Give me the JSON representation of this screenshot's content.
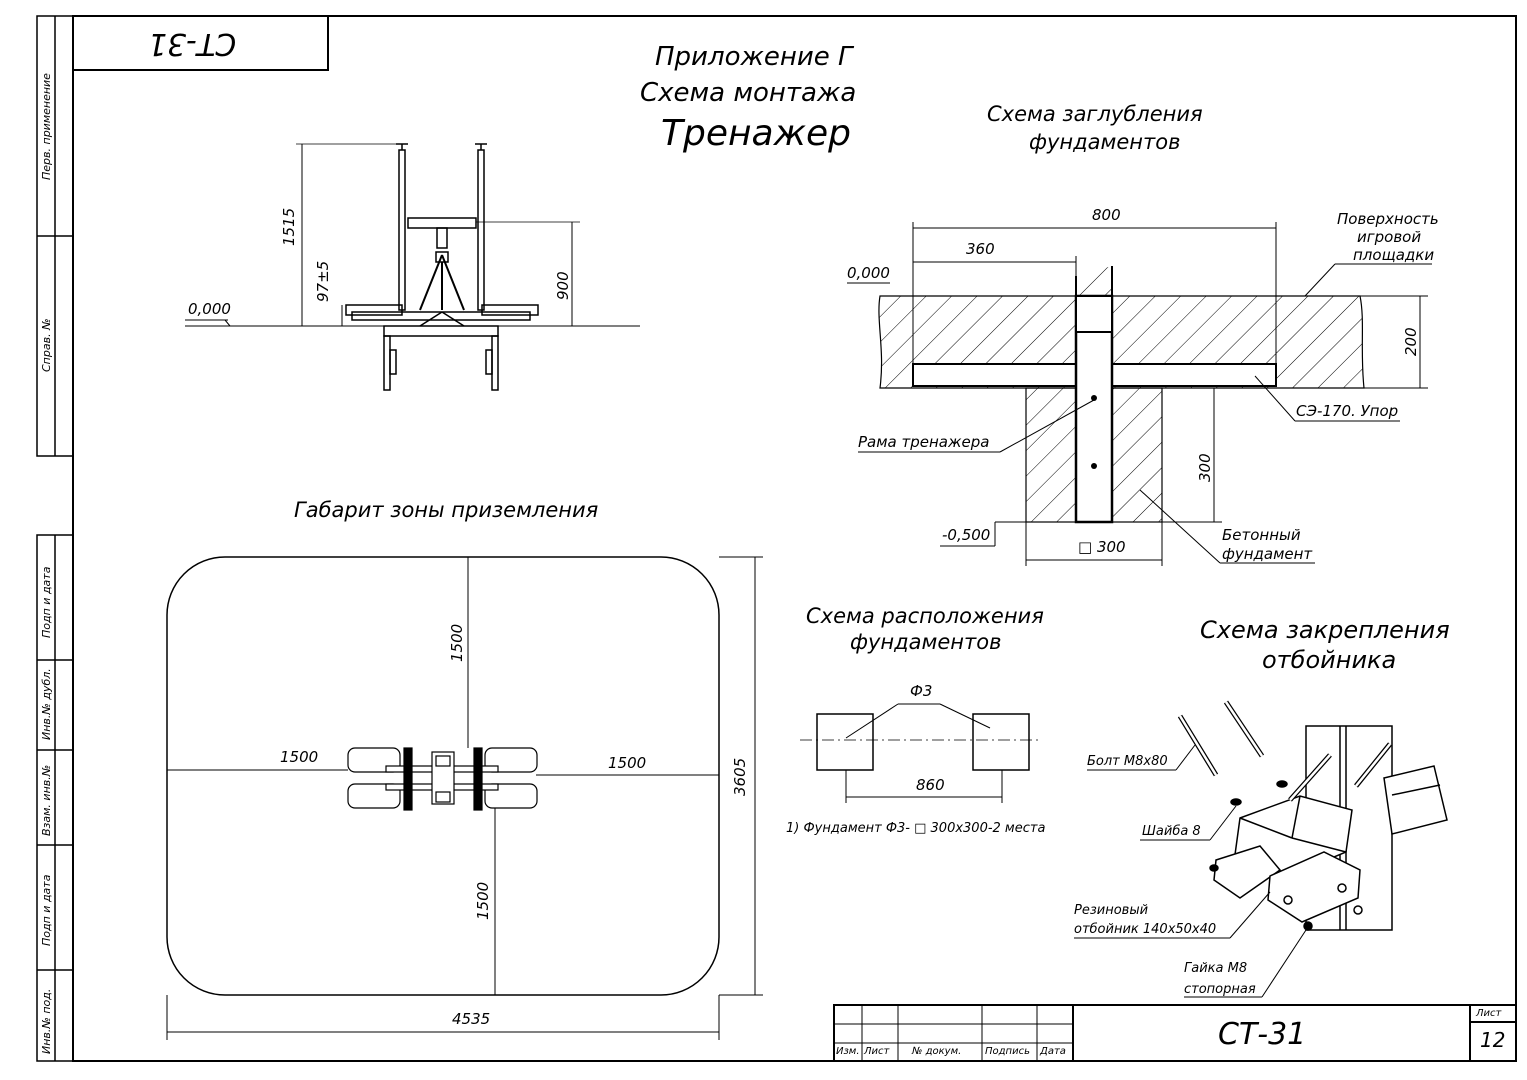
{
  "stamp_code": "СТ-31",
  "header": {
    "line1": "Приложение Г",
    "line2": "Схема монтажа",
    "title": "Тренажер"
  },
  "side_panel": {
    "perv_primenenie": "Перв. применение",
    "sprav_no": "Справ. №",
    "podp_data_1": "Подп и дата",
    "inv_dubl": "Инв.№ дубл.",
    "vzam_inv": "Взам. инв.№",
    "podp_data_2": "Подп и дата",
    "inv_pod": "Инв.№ под."
  },
  "front_view": {
    "dim_height": "1515",
    "dim_97": "97±5",
    "dim_900": "900",
    "level": "0,000"
  },
  "depth_scheme": {
    "title_line1": "Схема заглубления",
    "title_line2": "фундаментов",
    "dim_800": "800",
    "dim_360": "360",
    "dim_200": "200",
    "dim_300": "300",
    "dim_square": "□ 300",
    "level_top": "0,000",
    "level_bottom": "-0,500",
    "surface_line1": "Поверхность",
    "surface_line2": "игровой",
    "surface_line3": "площадки",
    "stop_label": "СЭ-170. Упор",
    "frame_label": "Рама тренажера",
    "concrete_line1": "Бетонный",
    "concrete_line2": "фундамент"
  },
  "landing_zone": {
    "title": "Габарит зоны приземления",
    "dim_left": "1500",
    "dim_right": "1500",
    "dim_top": "1500",
    "dim_bottom": "1500",
    "dim_width": "4535",
    "dim_height": "3605"
  },
  "foundation_layout": {
    "title_line1": "Схема расположения",
    "title_line2": "фундаментов",
    "label_f3": "Ф3",
    "dim_860": "860",
    "note": "1) Фундамент Ф3- □ 300х300-2 места"
  },
  "bumper_scheme": {
    "title_line1": "Схема закрепления",
    "title_line2": "отбойника",
    "bolt": "Болт М8х80",
    "washer": "Шайба 8",
    "rubber_line1": "Резиновый",
    "rubber_line2": "отбойник 140х50х40",
    "nut_line1": "Гайка М8",
    "nut_line2": "стопорная"
  },
  "title_block": {
    "izm": "Изм.",
    "list": "Лист",
    "doc_no": "№ докум.",
    "podpis": "Подпись",
    "data": "Дата",
    "code": "СТ-31",
    "sheet_label": "Лист",
    "sheet_no": "12"
  }
}
